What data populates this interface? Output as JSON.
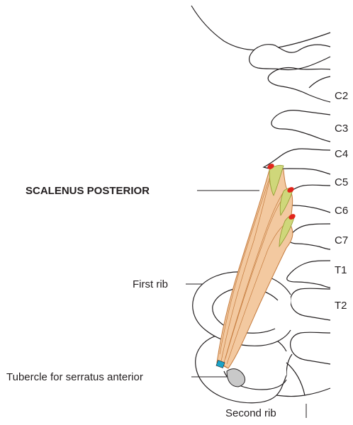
{
  "diagram": {
    "title_label": "SCALENUS POSTERIOR",
    "labels": {
      "first_rib": "First rib",
      "tubercle": "Tubercle for serratus anterior",
      "second_rib": "Second rib"
    },
    "vertebrae": [
      "C2",
      "C3",
      "C4",
      "C5",
      "C6",
      "C7",
      "T1",
      "T2"
    ],
    "colors": {
      "outline": "#231f20",
      "muscle_fill": "#f3c9a0",
      "muscle_stroke": "#c47a3c",
      "tendon_fill": "#cfd77a",
      "origin_marker": "#e1251b",
      "insertion_marker": "#1aa3c8",
      "tubercle_fill": "#c9c9c9"
    }
  }
}
